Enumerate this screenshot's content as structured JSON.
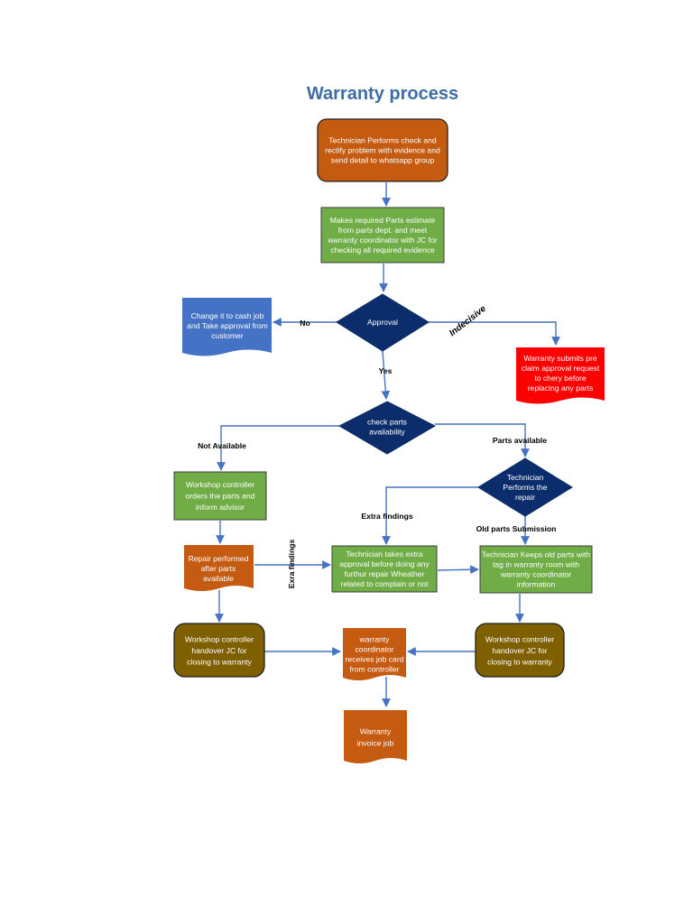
{
  "title": "Warranty process",
  "colors": {
    "orange": "#c55a11",
    "green": "#70ad47",
    "navy": "#0c2d6b",
    "blue": "#4472c4",
    "red": "#ff0000",
    "olive": "#7f6000",
    "connector": "#4472c4"
  },
  "nodes": {
    "start": [
      "Technician Performs check and",
      "rectify problem with evidence and",
      "send detail to whatsapp group"
    ],
    "parts_estimate": [
      "Makes required Parts estimate",
      "from parts dept. and meet",
      "warranty coordinator with JC for",
      "checking all required evidence"
    ],
    "approval": [
      "Approval"
    ],
    "cash_job": [
      "Change it to cash job",
      "and Take approval from",
      "customer"
    ],
    "pre_claim": [
      "Warranty submits pre",
      "claim approval request",
      "to chery before",
      "replacing any parts"
    ],
    "check_parts": [
      "check parts",
      "availability"
    ],
    "technician_repair": [
      "Technician",
      "Performs the",
      "repair"
    ],
    "workshop_order": [
      "Workshop controller",
      "orders the parts and",
      "inform advisor"
    ],
    "repair_after_parts": [
      "Repair performed",
      "after parts",
      "available"
    ],
    "extra_approval": [
      "Technician takes extra",
      "approval before doing any",
      "furthur repair Wheather",
      "related to complain or not"
    ],
    "keep_old_parts": [
      "Technician Keeps old parts with",
      "tag in warranty room with",
      "warranty coordinator",
      "information"
    ],
    "handover_left": [
      "Workshop controller",
      "handover JC for",
      "closing to warranty"
    ],
    "coordinator_receives": [
      "warranty",
      "coordinator",
      "receives job card",
      "from controller"
    ],
    "handover_right": [
      "Workshop controller",
      "handover JC for",
      "closing to warranty"
    ],
    "invoice": [
      "Warranty",
      "invoice job"
    ]
  },
  "edge_labels": {
    "no": "No",
    "yes": "Yes",
    "indecisive": "Indecisive",
    "not_available": "Not Available",
    "parts_available": "Parts available",
    "extra_findings": "Extra findings",
    "exra_findings": "Exra findings",
    "old_parts_submission": "Old parts Submission"
  }
}
